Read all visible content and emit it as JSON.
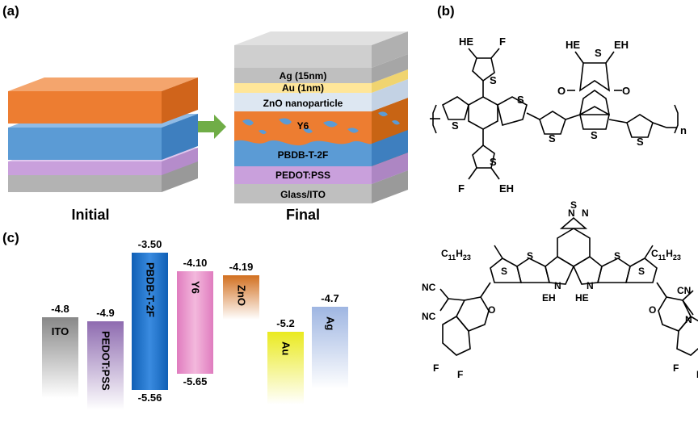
{
  "panels": {
    "a": "(a)",
    "b": "(b)",
    "c": "(c)"
  },
  "device": {
    "initial_label": "Initial",
    "final_label": "Final",
    "layers": [
      "Ag (15nm)",
      "Au (1nm)",
      "ZnO nanoparticle",
      "Y6",
      "PBDB-T-2F",
      "PEDOT:PSS",
      "Glass/ITO"
    ]
  },
  "colors": {
    "orange": "#ed7d31",
    "blue": "#5b9bd5",
    "purple": "#c9a0dc",
    "grey": "#b3b3b3",
    "arrow": "#70ad47",
    "ag": "#bfbfbf",
    "au": "#ffe699",
    "zno": "#dde7f2"
  },
  "energy": {
    "levels": [
      {
        "name": "ITO",
        "top": "-4.8",
        "color": "#8c8c8c"
      },
      {
        "name": "PEDOT:PSS",
        "top": "-4.9",
        "color": "#8e6bb0"
      },
      {
        "name": "PBDB-T-2F",
        "top": "-3.50",
        "bottom": "-5.56",
        "color": "#1f6fc5"
      },
      {
        "name": "Y6",
        "top": "-4.10",
        "bottom": "-5.65",
        "color": "#e68fc6"
      },
      {
        "name": "ZnO",
        "top": "-4.19",
        "color": "#d87a22"
      },
      {
        "name": "Au",
        "top": "-5.2",
        "color": "#f0f03c"
      },
      {
        "name": "Ag",
        "top": "-4.7",
        "color": "#a9bfe6"
      }
    ]
  },
  "molecules": {
    "polymer": {
      "top_left_sub": "HE",
      "top_left_f": "F",
      "top_right_left": "HE",
      "top_right_right": "EH",
      "o1": "O",
      "o2": "O",
      "bottom_f": "F",
      "bottom_eh": "EH",
      "s": "S",
      "n": "n"
    },
    "y6": {
      "c11": "C",
      "sub11": "11",
      "h": "H",
      "sub23": "23",
      "nc": "NC",
      "cn": "CN",
      "o": "O",
      "f": "F",
      "n": "N",
      "s": "S",
      "eh": "EH",
      "he": "HE"
    }
  }
}
